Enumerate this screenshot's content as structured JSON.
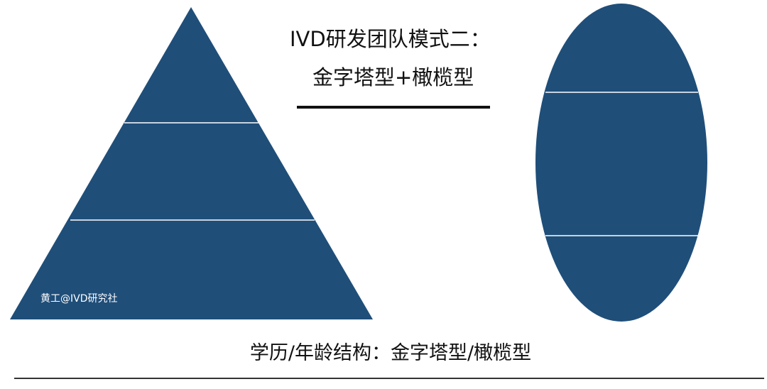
{
  "colors": {
    "shape_fill": "#1f4e79",
    "divider": "#ffffff",
    "text": "#111111"
  },
  "title": {
    "line1": "IVD研发团队模式二：",
    "line2": "金字塔型+橄榄型"
  },
  "watermark": "黄工@IVD研究社",
  "caption": "学历/年龄结构：金字塔型/橄榄型"
}
